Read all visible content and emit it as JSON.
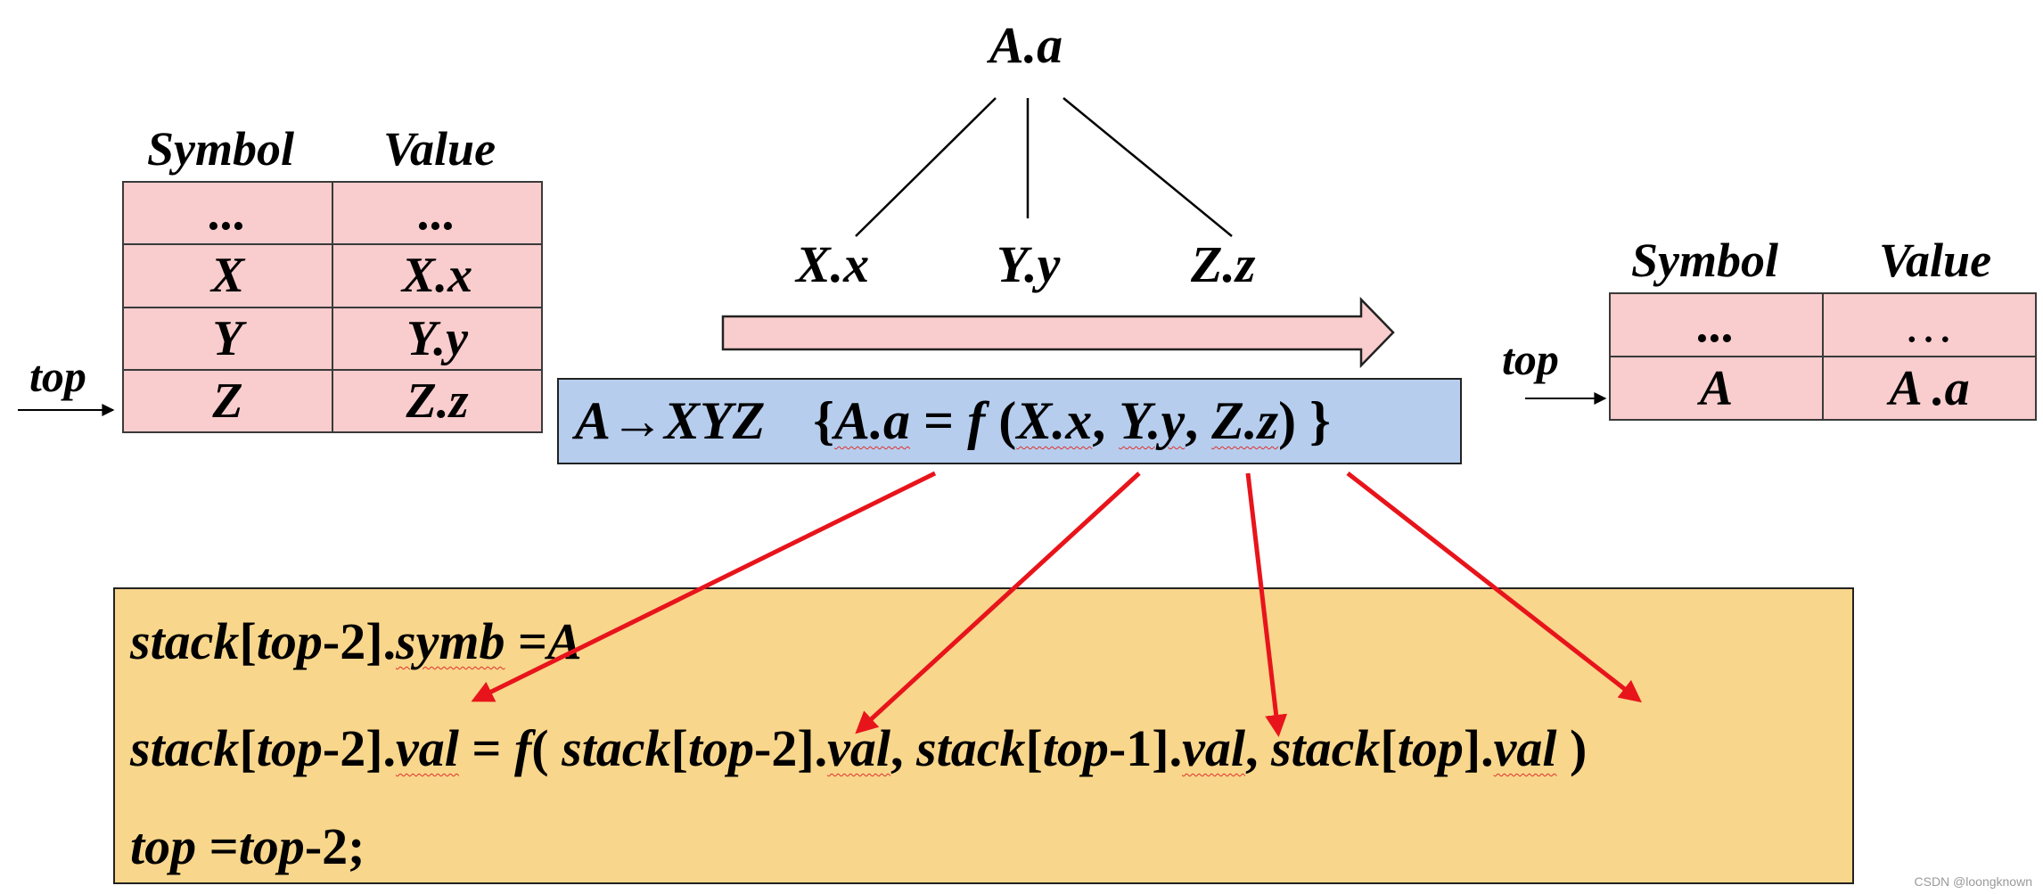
{
  "tree": {
    "root": "A.a",
    "children": [
      "X.x",
      "Y.y",
      "Z.z"
    ]
  },
  "left_table": {
    "headers": [
      "Symbol",
      "Value"
    ],
    "rows": [
      [
        "...",
        "..."
      ],
      [
        "X",
        "X.x"
      ],
      [
        "Y",
        "Y.y"
      ],
      [
        "Z",
        "Z.z"
      ]
    ],
    "pointer_label": "top"
  },
  "right_table": {
    "headers": [
      "Symbol",
      "Value"
    ],
    "rows": [
      [
        "...",
        "…"
      ],
      [
        "A",
        "A .a"
      ]
    ],
    "pointer_label": "top"
  },
  "production": {
    "head": "A",
    "arrow": "→",
    "body": "XYZ",
    "brace_open": "{",
    "lhs": "A.a",
    "eq": " = ",
    "func": "f",
    "paren_open": " (",
    "arg1": "X.x",
    "comma1": ", ",
    "arg2": "Y.y",
    "comma2": ", ",
    "arg3": "Z.z",
    "paren_close": ")",
    "brace_close": " }"
  },
  "code": {
    "line1": {
      "stack": "stack",
      "lb": "[",
      "top": "top",
      "minus2": "-2",
      "rb": "].",
      "field": "symb",
      "assign": " =",
      "value": "A"
    },
    "line2": {
      "stack": "stack",
      "lb": "[",
      "top": "top",
      "minus2": "-2",
      "rb": "].",
      "field": "val",
      "eq": " = ",
      "func": "f",
      "paren": "( ",
      "a1_stack": "stack",
      "a1_lb": "[",
      "a1_top": "top",
      "a1_off": "-2",
      "a1_rb": "].",
      "a1_field": "val",
      "c1": ", ",
      "a2_stack": "stack",
      "a2_lb": "[",
      "a2_top": "top",
      "a2_off": "-1",
      "a2_rb": "].",
      "a2_field": "val",
      "c2": ", ",
      "a3_stack": "stack",
      "a3_lb": "[",
      "a3_top": "top",
      "a3_rb": "].",
      "a3_field": "val",
      "close": " )"
    },
    "line3": {
      "top": "top",
      "assign": " =",
      "top2": "top",
      "rest": "-2;"
    }
  },
  "colors": {
    "table_fill": "#f9cccd",
    "production_fill": "#b6cdee",
    "code_fill": "#f8d68b",
    "arrow_red": "#e8141b",
    "shift_arrow_fill": "#f9cccd"
  },
  "watermark": "CSDN @loongknown"
}
